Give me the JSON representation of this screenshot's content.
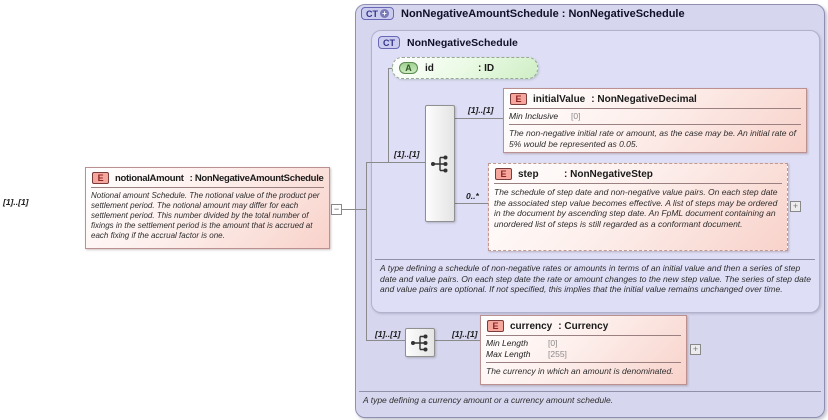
{
  "palette": {
    "container_fill": "#d6d6ee",
    "inner_container_fill": "#dedef6",
    "element_fill": "#f8d2ca",
    "element_badge_fill": "#f5a79e",
    "attribute_fill": "#cfeec5",
    "ct_badge_fill": "#ccccee"
  },
  "notional_element": {
    "badge": "E",
    "cardinality": "[1]..[1]",
    "name": "notionalAmount",
    "type": ": NonNegativeAmountSchedule",
    "annotation": "Notional amount Schedule. The notional value of the product per settlement period. The notional amount may differ for each settlement period. This number divided by the total number of fixings in the settlement period is the amount that is accrued at each fixing if the accrual factor is one.",
    "collapse_glyph": "−"
  },
  "schedule_type": {
    "badge": "CT",
    "badge_plus": "+",
    "title": "NonNegativeAmountSchedule : NonNegativeSchedule",
    "annotation": "A type defining a currency amount or a currency amount schedule."
  },
  "base_type": {
    "badge": "CT",
    "title": "NonNegativeSchedule",
    "annotation": "A type defining a schedule of non-negative rates or amounts in terms of an initial value and then a series of step date and value pairs. On each step date the rate or amount changes to the new step value. The series of step date and value pairs are optional. If not specified, this implies that the initial value remains unchanged over time.",
    "sequence_cardinality": "[1]..[1]",
    "id_attribute": {
      "badge": "A",
      "name": "id",
      "type": ": ID"
    },
    "initial_value": {
      "badge": "E",
      "cardinality": "[1]..[1]",
      "name": "initialValue",
      "type": ": NonNegativeDecimal",
      "facets": [
        {
          "label": "Min Inclusive",
          "value": "[0]"
        }
      ],
      "annotation": "The non-negative initial rate or amount, as the case may be. An initial rate of 5% would be represented as 0.05."
    },
    "step": {
      "badge": "E",
      "cardinality": "0..*",
      "name": "step",
      "type": ": NonNegativeStep",
      "annotation": "The schedule of step date and non-negative value pairs. On each step date the associated step value becomes effective. A list of steps may be ordered in the document by ascending step date. An FpML document containing an unordered list of steps is still regarded as a conformant document.",
      "expand_glyph": "+"
    }
  },
  "currency_branch": {
    "sequence_cardinality": "[1]..[1]",
    "currency": {
      "badge": "E",
      "cardinality": "[1]..[1]",
      "name": "currency",
      "type": ": Currency",
      "facets": [
        {
          "label": "Min Length",
          "value": "[0]"
        },
        {
          "label": "Max Length",
          "value": "[255]"
        }
      ],
      "annotation": "The currency in which an amount is denominated.",
      "expand_glyph": "+"
    }
  }
}
